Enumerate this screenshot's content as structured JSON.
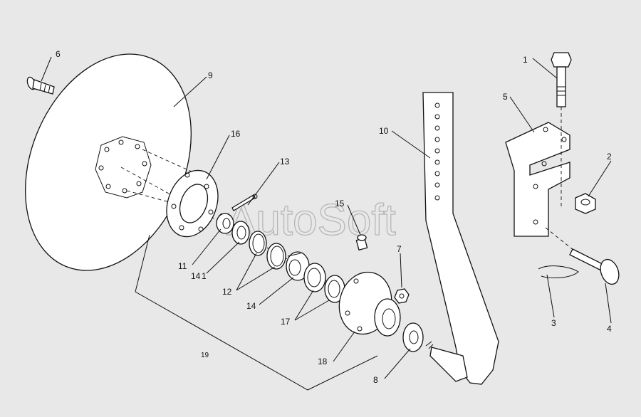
{
  "watermark": "AutoSoft",
  "callouts": {
    "c1": "1",
    "c2": "2",
    "c3": "3",
    "c4": "4",
    "c5": "5",
    "c6": "6",
    "c7": "7",
    "c8": "8",
    "c9": "9",
    "c10": "10",
    "c11": "11",
    "c12": "12",
    "c13": "13",
    "c14": "14",
    "c14b": "14",
    "c15": "15",
    "c16": "16",
    "c17": "17",
    "c18": "18",
    "c19": "19"
  },
  "colors": {
    "background": "#e8e8e8",
    "line": "#111111",
    "part_fill": "#ffffff",
    "watermark": "#888888"
  }
}
